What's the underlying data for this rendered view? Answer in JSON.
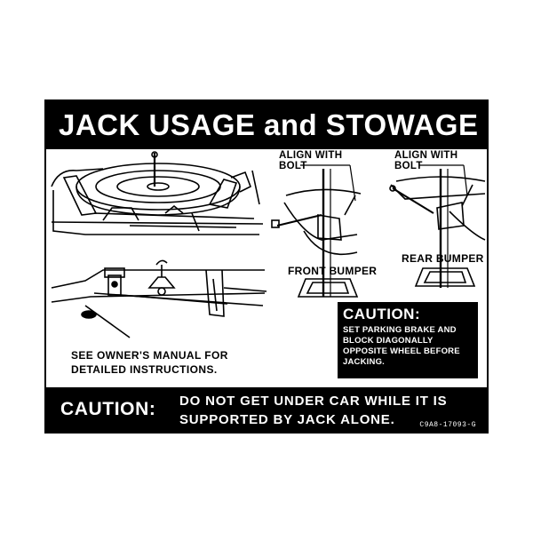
{
  "title": "JACK USAGE and STOWAGE",
  "labels": {
    "align_front_line1": "ALIGN WITH",
    "align_front_line2": "BOLT",
    "align_rear_line1": "ALIGN WITH",
    "align_rear_line2": "BOLT",
    "front_bumper": "FRONT BUMPER",
    "rear_bumper": "REAR BUMPER"
  },
  "manual_note": {
    "line1": "SEE OWNER'S MANUAL FOR",
    "line2": "DETAILED INSTRUCTIONS."
  },
  "caution_box": {
    "heading": "CAUTION:",
    "line1": "SET PARKING BRAKE AND",
    "line2": "BLOCK DIAGONALLY",
    "line3": "OPPOSITE WHEEL BEFORE",
    "line4": "JACKING."
  },
  "bottom_caution": {
    "heading": "CAUTION:",
    "line1": "DO NOT GET UNDER CAR WHILE IT IS",
    "line2": "SUPPORTED BY JACK ALONE.",
    "part_number": "C9A8-17093-G"
  },
  "colors": {
    "ink": "#000000",
    "paper": "#ffffff"
  }
}
